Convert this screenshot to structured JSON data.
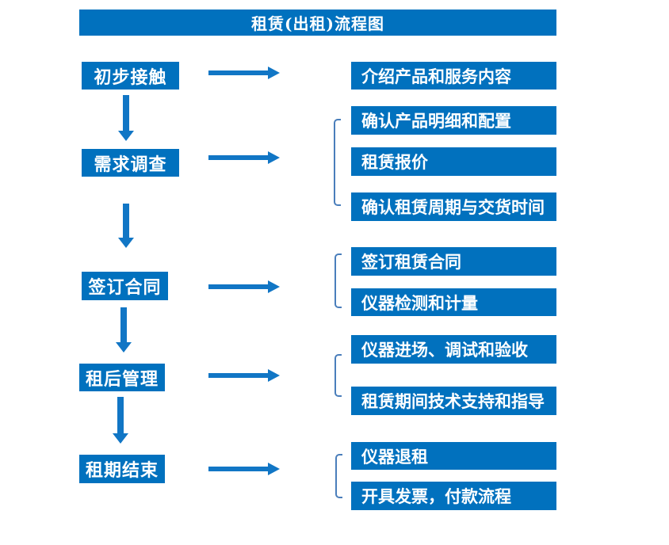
{
  "title": "租赁(出租)流程图",
  "colors": {
    "box_blue": "#0171BE",
    "arrow_blue": "#1176C5",
    "bracket_blue": "#4A7EBB",
    "text_white": "#FFFFFF"
  },
  "flow": [
    {
      "step": "初步接触",
      "details": [
        "介绍产品和服务内容"
      ]
    },
    {
      "step": "需求调查",
      "details": [
        "确认产品明细和配置",
        "租赁报价",
        "确认租赁周期与交货时间"
      ]
    },
    {
      "step": "签订合同",
      "details": [
        "签订租赁合同",
        "仪器检测和计量"
      ]
    },
    {
      "step": "租后管理",
      "details": [
        "仪器进场、调试和验收",
        "租赁期间技术支持和指导"
      ]
    },
    {
      "step": "租期结束",
      "details": [
        "仪器退租",
        "开具发票，付款流程"
      ]
    }
  ]
}
